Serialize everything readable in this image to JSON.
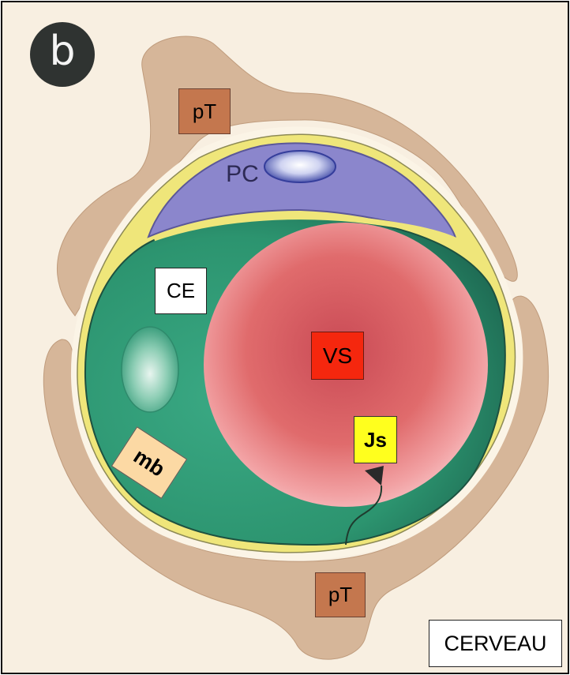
{
  "figure": {
    "badge": "b",
    "colors": {
      "background": "#f8efe1",
      "tissue": "#d6b699",
      "membrane": "#f2eb84",
      "embryonic_coelom": "#2f9e78",
      "yolk_sac": "#e56c6a",
      "chorionic_cavity": "#8b86cc"
    }
  },
  "labels": {
    "pt_top": "pT",
    "pc": "PC",
    "ce": "CE",
    "vs": "VS",
    "js": "Js",
    "mb": "mb",
    "pt_bottom": "pT",
    "cerveau": "CERVEAU"
  }
}
